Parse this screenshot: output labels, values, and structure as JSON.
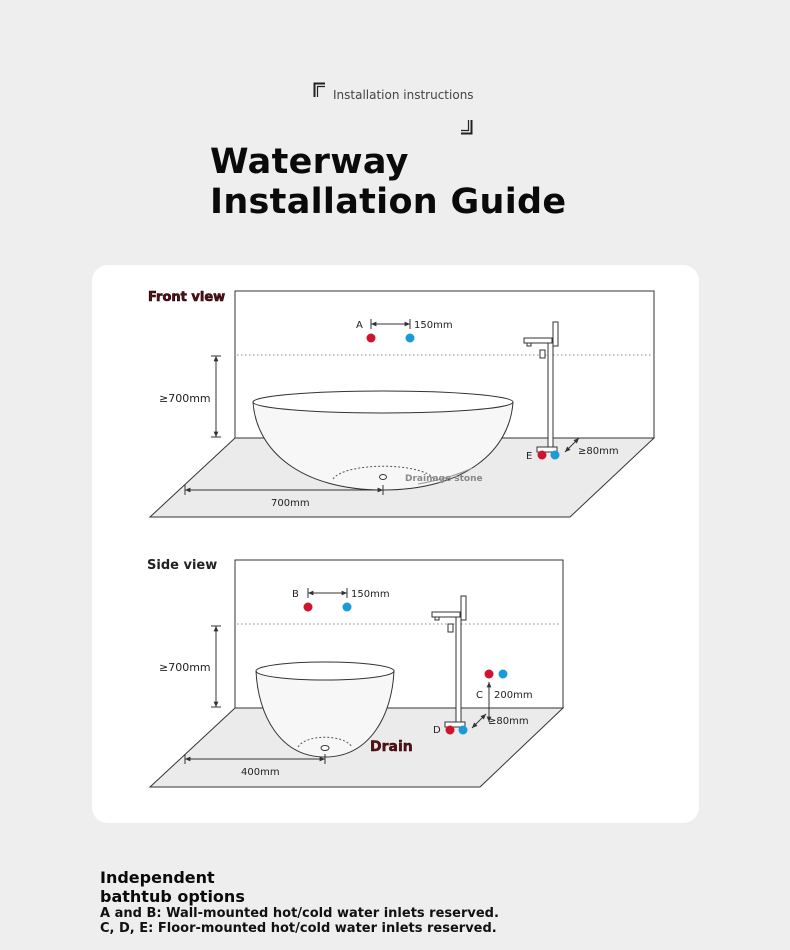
{
  "header": {
    "tag": "Installation instructions",
    "title_line1": "Waterway",
    "title_line2": "Installation Guide"
  },
  "front_view": {
    "title": "Front view",
    "inlet_label": "A",
    "inlet_spacing": "150mm",
    "height": "≥700mm",
    "tub_distance": "700mm",
    "drain_label": "Drainage stone",
    "floor_label": "E",
    "floor_offset": "≥80mm"
  },
  "side_view": {
    "title": "Side view",
    "inlet_label": "B",
    "inlet_spacing": "150mm",
    "height": "≥700mm",
    "tub_distance": "400mm",
    "drain_label": "Drain",
    "mid_label": "C",
    "mid_spacing": "200mm",
    "floor_label": "D",
    "floor_offset": "≥80mm"
  },
  "colors": {
    "hot": "#d0142c",
    "cold": "#1a9ad6",
    "line": "#333333"
  },
  "footer": {
    "heading_line1": "Independent",
    "heading_line2": "bathtub options",
    "line1": "A and B: Wall-mounted hot/cold water inlets reserved.",
    "line2": "C, D, E: Floor-mounted hot/cold water inlets reserved."
  }
}
